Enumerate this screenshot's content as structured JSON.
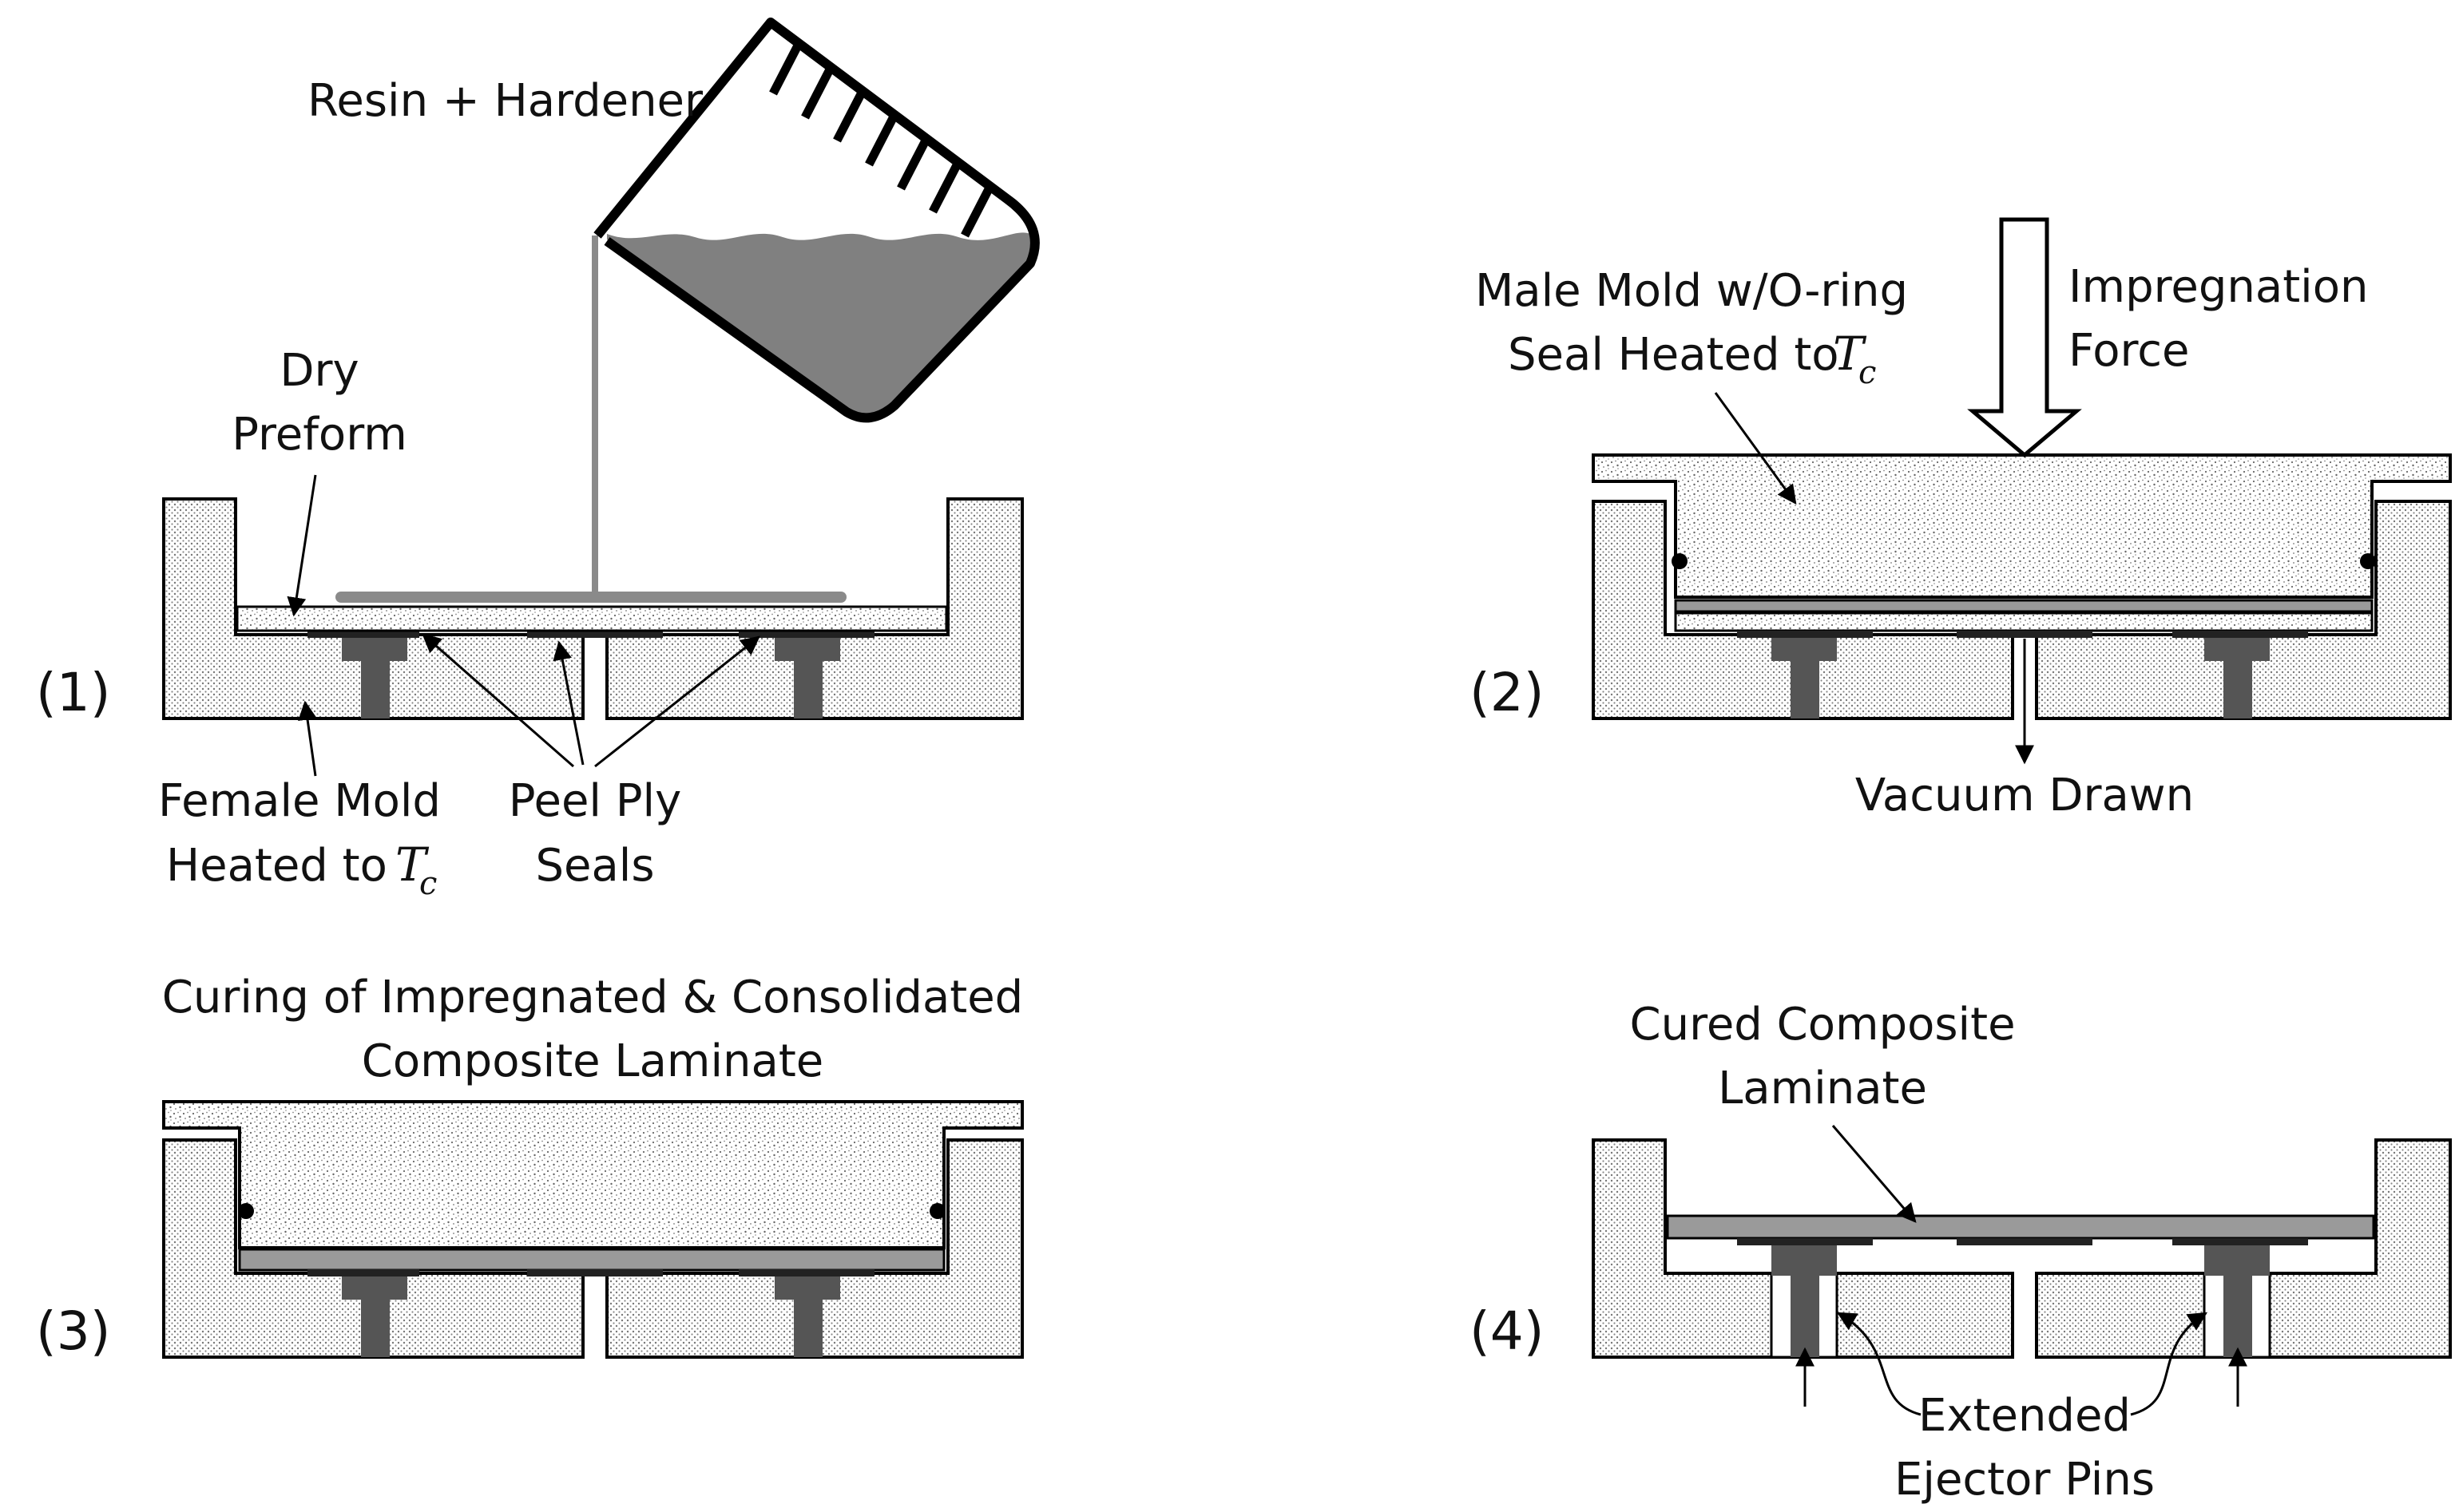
{
  "labels": {
    "resin_hardener": "Resin + Hardener",
    "dry_preform_1": "Dry",
    "dry_preform_2": "Preform",
    "female_mold_1": "Female Mold",
    "female_mold_2": "Heated to",
    "peel_ply_1": "Peel Ply",
    "peel_ply_2": "Seals",
    "male_mold_1": "Male Mold w/O-ring",
    "male_mold_2": "Seal Heated to",
    "impregnation_1": "Impregnation",
    "impregnation_2": "Force",
    "vacuum": "Vacuum Drawn",
    "curing_1": "Curing of Impregnated & Consolidated",
    "curing_2": "Composite Laminate",
    "cured_1": "Cured Composite",
    "cured_2": "Laminate",
    "ejector_1": "Extended",
    "ejector_2": "Ejector Pins"
  },
  "symbols": {
    "temperature": "T",
    "temperature_sub": "c"
  },
  "steps": [
    "(1)",
    "(2)",
    "(3)",
    "(4)"
  ]
}
